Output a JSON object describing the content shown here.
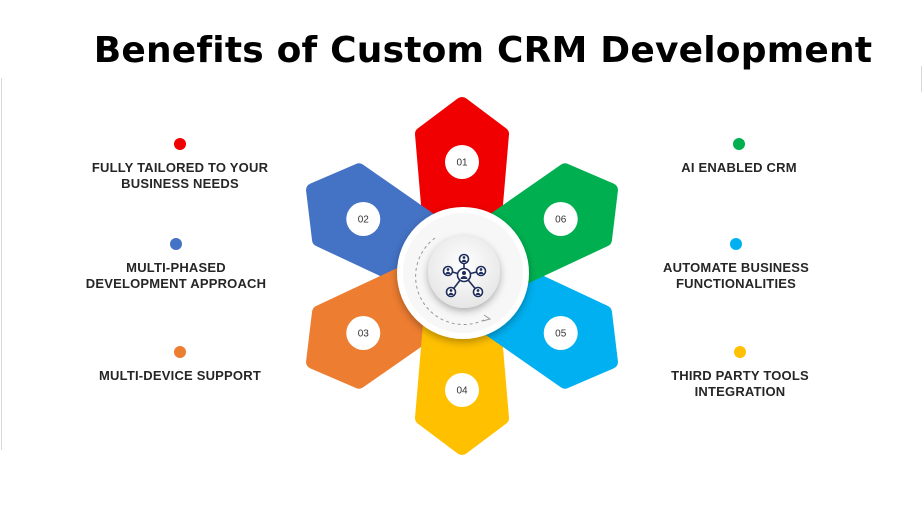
{
  "title": "Benefits of Custom CRM Development",
  "center_icon": "crm-network-icon",
  "segments": [
    {
      "number": "01",
      "color": "#f00000"
    },
    {
      "number": "02",
      "color": "#4472c4"
    },
    {
      "number": "03",
      "color": "#ed7d31"
    },
    {
      "number": "04",
      "color": "#ffc000"
    },
    {
      "number": "05",
      "color": "#00b0f0"
    },
    {
      "number": "06",
      "color": "#00b050"
    }
  ],
  "benefits": {
    "b01": {
      "label": "FULLY TAILORED TO YOUR\nBUSINESS NEEDS",
      "color": "#f00000"
    },
    "b02": {
      "label": "MULTI-PHASED\nDEVELOPMENT APPROACH",
      "color": "#4472c4"
    },
    "b03": {
      "label": "MULTI-DEVICE SUPPORT",
      "color": "#ed7d31"
    },
    "b04": {
      "label": "THIRD PARTY TOOLS\nINTEGRATION",
      "color": "#ffc000"
    },
    "b05": {
      "label": "AUTOMATE BUSINESS\nFUNCTIONALITIES",
      "color": "#00b0f0"
    },
    "b06": {
      "label": "AI ENABLED CRM",
      "color": "#00b050"
    }
  }
}
